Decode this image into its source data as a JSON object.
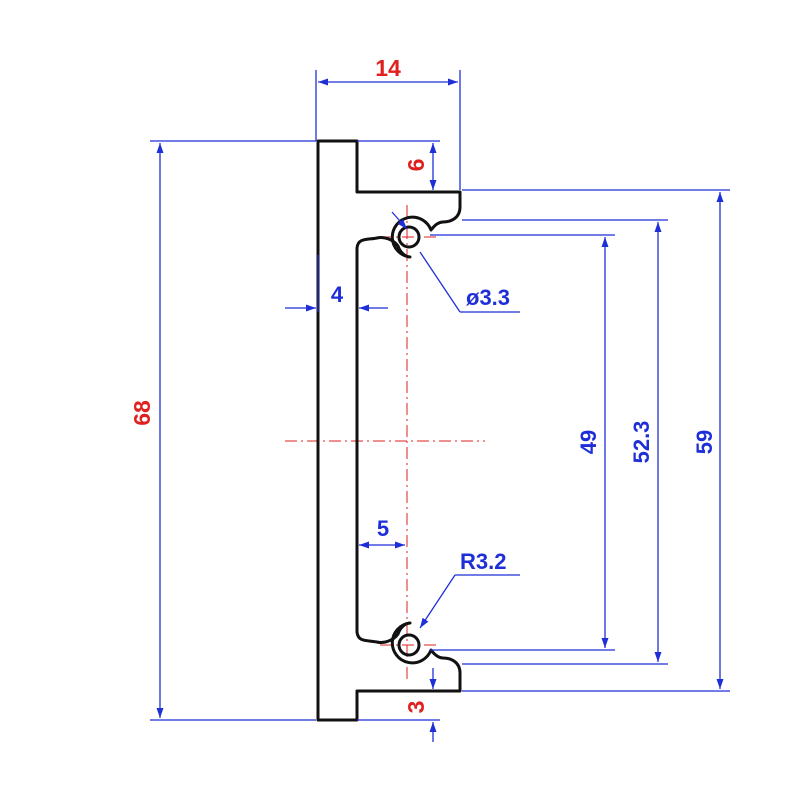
{
  "dimensions": {
    "width_top": "14",
    "height_total": "68",
    "flange_top": "6",
    "flange_bottom": "3",
    "wall": "4",
    "offset": "5",
    "hole_diameter": "ø3.3",
    "radius": "R3.2",
    "span_inner": "49",
    "span_mid": "52.3",
    "span_outer": "59"
  },
  "colors": {
    "red_dimension": "#e0201e",
    "blue_dimension": "#1f2fd8",
    "outline": "#111111"
  }
}
